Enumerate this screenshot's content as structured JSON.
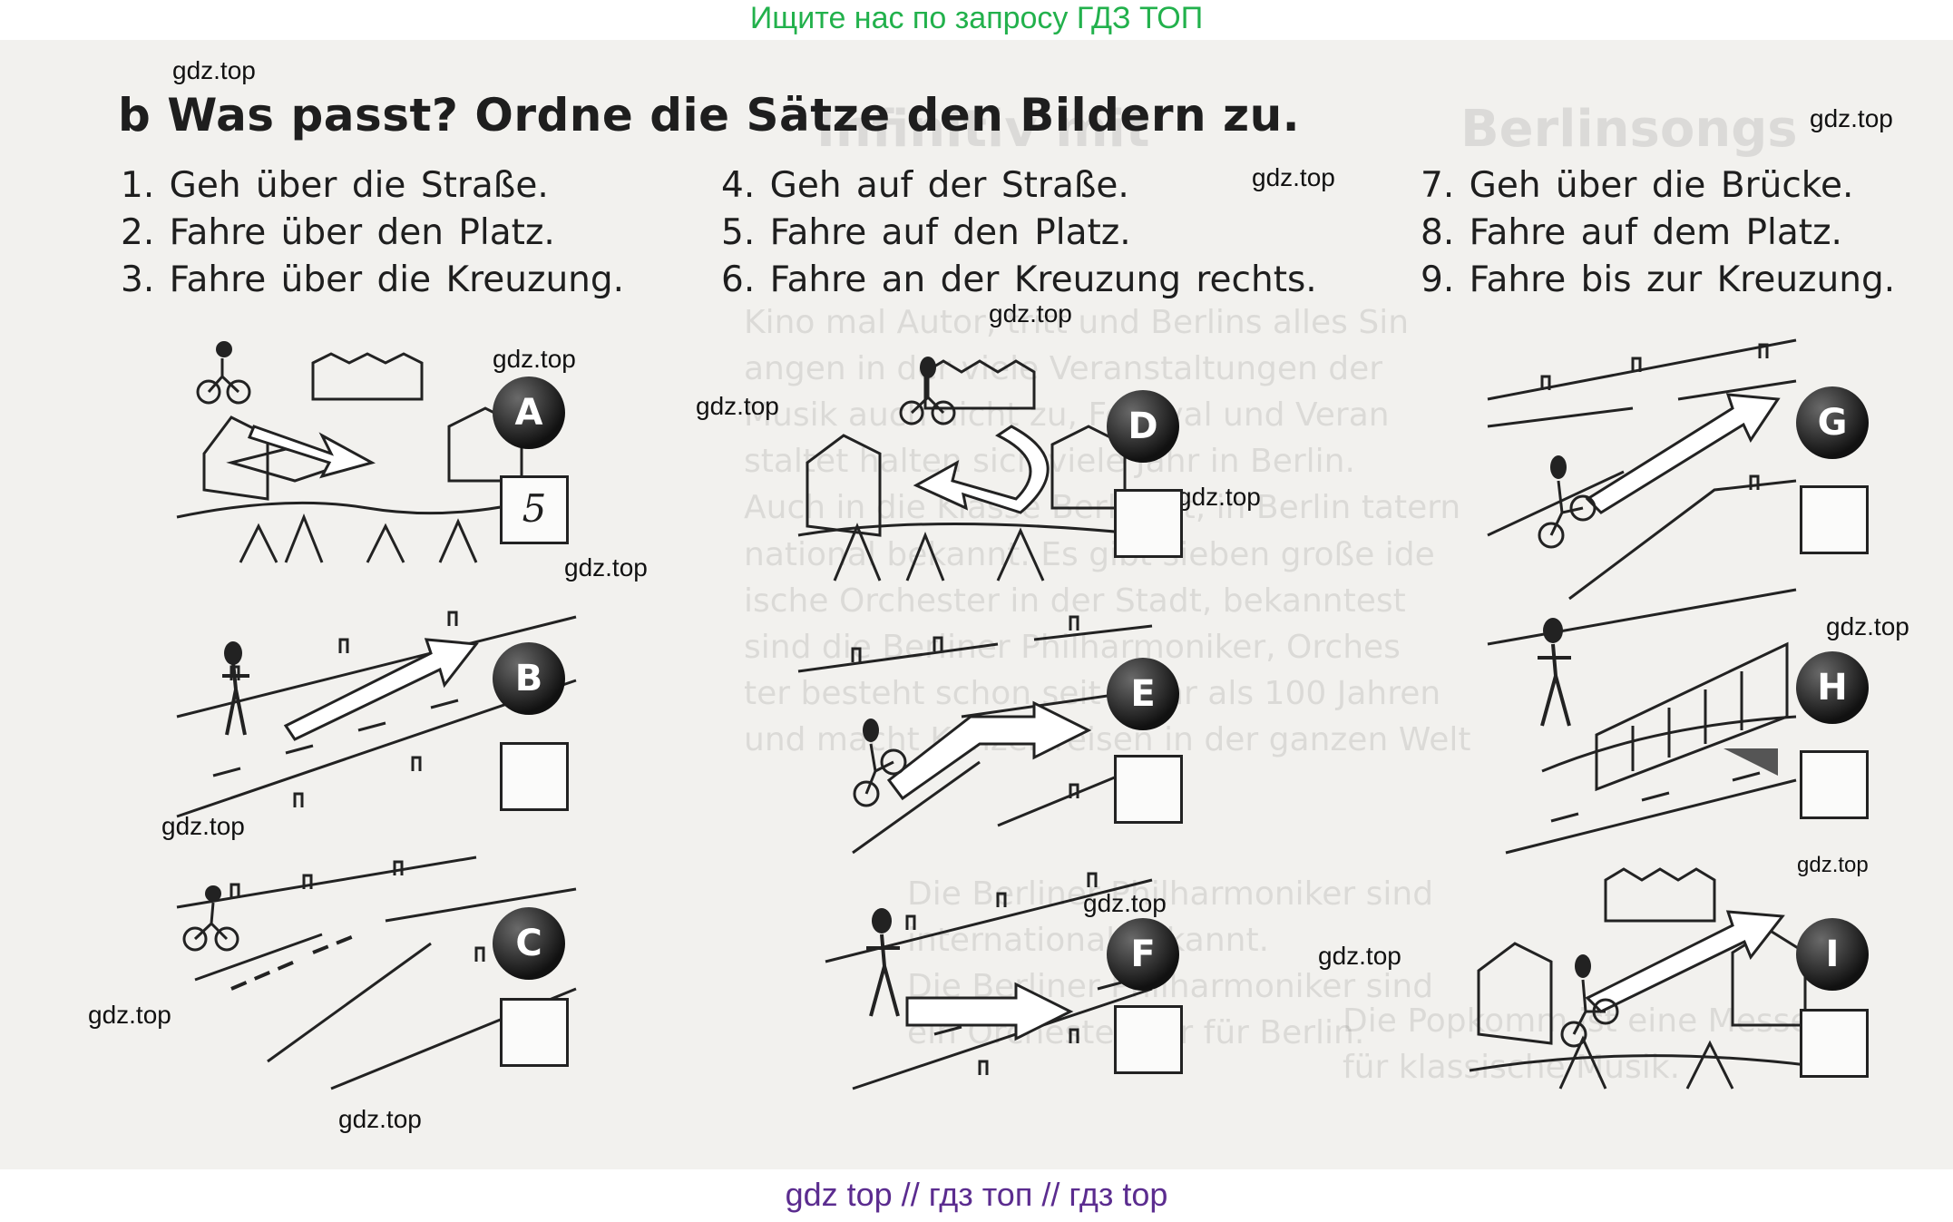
{
  "banner_top": "Ищите нас по запросу ГДЗ ТОП",
  "banner_bottom": "gdz top  //  гдз топ  //  гдз top",
  "watermark": "gdz.top",
  "task_title": "b Was passt? Ordne die Sätze den Bildern zu.",
  "sentences": [
    "1. Geh über die Straße.",
    "2. Fahre über den Platz.",
    "3. Fahre über die Kreuzung.",
    "4. Geh auf der Straße.",
    "5. Fahre auf den Platz.",
    "6. Fahre an der Kreuzung rechts.",
    "7. Geh über die Brücke.",
    "8. Fahre auf dem Platz.",
    "9. Fahre bis zur Kreuzung."
  ],
  "pictures": [
    {
      "letter": "A",
      "answer": "5"
    },
    {
      "letter": "B",
      "answer": ""
    },
    {
      "letter": "C",
      "answer": ""
    },
    {
      "letter": "D",
      "answer": ""
    },
    {
      "letter": "E",
      "answer": ""
    },
    {
      "letter": "F",
      "answer": ""
    },
    {
      "letter": "G",
      "answer": ""
    },
    {
      "letter": "H",
      "answer": ""
    },
    {
      "letter": "I",
      "answer": ""
    }
  ],
  "colors": {
    "banner_green": "#22b14c",
    "banner_purple": "#5b2c8f",
    "badge": "#1a1a1a"
  }
}
